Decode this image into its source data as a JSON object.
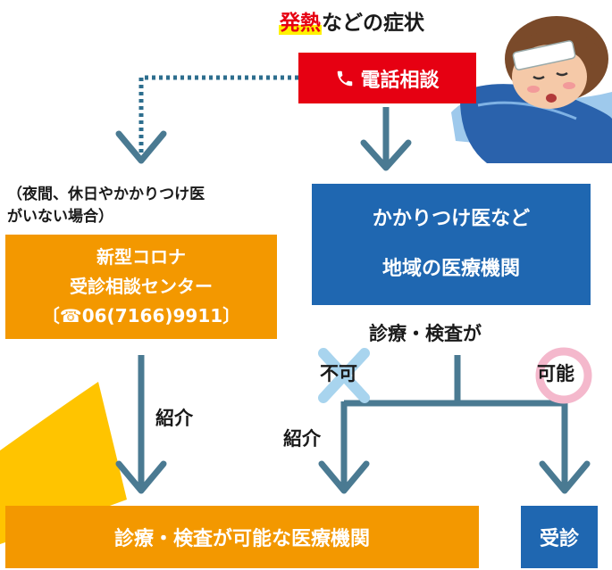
{
  "header": {
    "title_highlight": "発熱",
    "title_rest": "などの症状"
  },
  "phone_consult": {
    "label": "電話相談"
  },
  "after_hours_note": {
    "line1": "（夜間、休日やかかりつけ医",
    "line2": "がいない場合）"
  },
  "corona_center": {
    "line1": "新型コロナ",
    "line2": "受診相談センター",
    "line3": "〔☎06(7166)9911〕"
  },
  "family_doctor": {
    "line1": "かかりつけ医など",
    "line2": "地域の医療機関"
  },
  "decision": {
    "label": "診療・検査が",
    "not_possible": "不可",
    "possible": "可能"
  },
  "referral_left": "紹介",
  "referral_right": "紹介",
  "capable_facility": {
    "label": "診療・検査が可能な医療機関"
  },
  "visit": {
    "label": "受診"
  },
  "colors": {
    "red": "#e60012",
    "orange": "#f39800",
    "blue": "#1f67b1",
    "arrow": "#4a7a92",
    "dotted_line": "#2d6e8e",
    "yellow": "#ffc400",
    "highlight": "#fff200",
    "x_mark": "#a8d4ee",
    "circle_mark": "#f4b8cc"
  },
  "icons": [
    "phone-icon",
    "sick-person-illustration",
    "x-mark-icon",
    "circle-mark-icon"
  ]
}
